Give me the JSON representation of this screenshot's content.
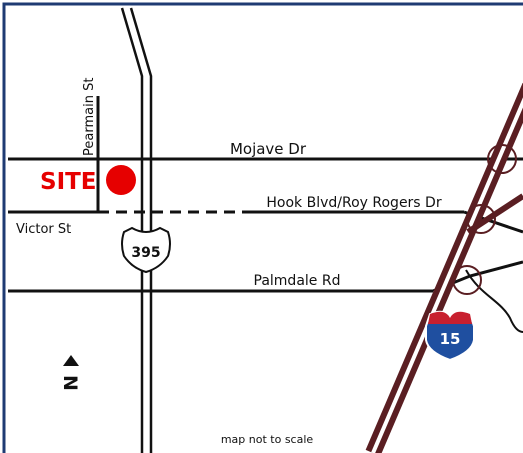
{
  "site": {
    "label": "SITE",
    "color": "#e60000"
  },
  "streets": {
    "mojave": "Mojave Dr",
    "hook": "Hook Blvd/Roy Rogers Dr",
    "victor": "Victor St",
    "palmdale": "Palmdale Rd",
    "pearmain": "Pearmain St"
  },
  "routes": {
    "us_395": {
      "number": "395",
      "shield": "us-route-shield"
    },
    "i_15": {
      "number": "15",
      "shield": "interstate-shield",
      "colors": {
        "top": "#c8202f",
        "body": "#1f4fa0"
      }
    }
  },
  "north_arrow": {
    "letter": "N"
  },
  "note": "map not to scale",
  "colors": {
    "border": "#1f3b73",
    "freeway": "#5a1e22",
    "road": "#111111"
  }
}
